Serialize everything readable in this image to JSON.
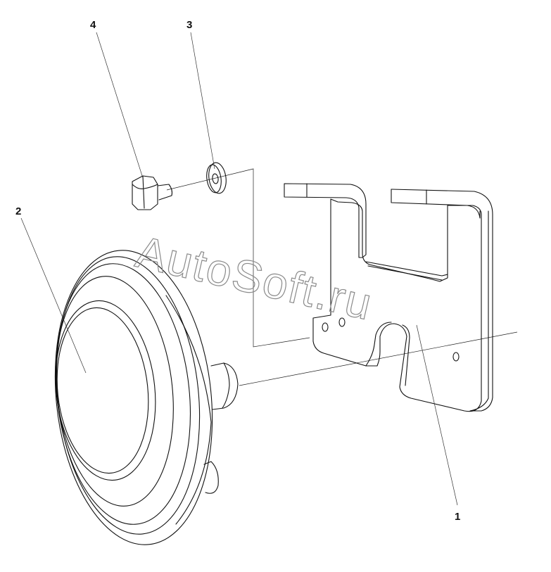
{
  "diagram": {
    "callouts": [
      {
        "id": "1",
        "label": "1"
      },
      {
        "id": "2",
        "label": "2"
      },
      {
        "id": "3",
        "label": "3"
      },
      {
        "id": "4",
        "label": "4"
      }
    ],
    "watermark": "AutoSoft.ru",
    "line_color": "#111111"
  }
}
